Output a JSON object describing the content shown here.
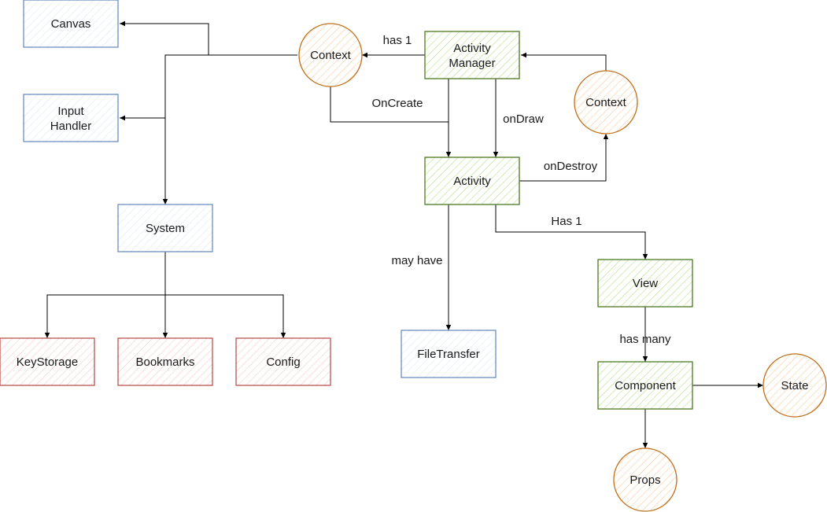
{
  "colors": {
    "blue_fill": "#dae8fc",
    "blue_stroke": "#6c8ebf",
    "green_fill": "#b7e08a",
    "green_stroke": "#4d7a24",
    "red_fill": "#f8c8c8",
    "red_stroke": "#b85450",
    "orange_fill": "#f9c99a",
    "orange_stroke": "#c0701c",
    "edge": "#000000"
  },
  "nodes": {
    "canvas": "Canvas",
    "input_handler": [
      "Input",
      "Handler"
    ],
    "system": "System",
    "keystorage": "KeyStorage",
    "bookmarks": "Bookmarks",
    "config": "Config",
    "context_left": "Context",
    "activity_manager": [
      "Activity",
      "Manager"
    ],
    "context_right": "Context",
    "activity": "Activity",
    "filetransfer": "FileTransfer",
    "view": "View",
    "component": "Component",
    "state": "State",
    "props": "Props"
  },
  "edge_labels": {
    "has1": "has 1",
    "oncreate": "OnCreate",
    "ondraw": "onDraw",
    "ondestroy": "onDestroy",
    "has1_view": "Has 1",
    "mayhave": "may have",
    "hasmany": "has many"
  }
}
